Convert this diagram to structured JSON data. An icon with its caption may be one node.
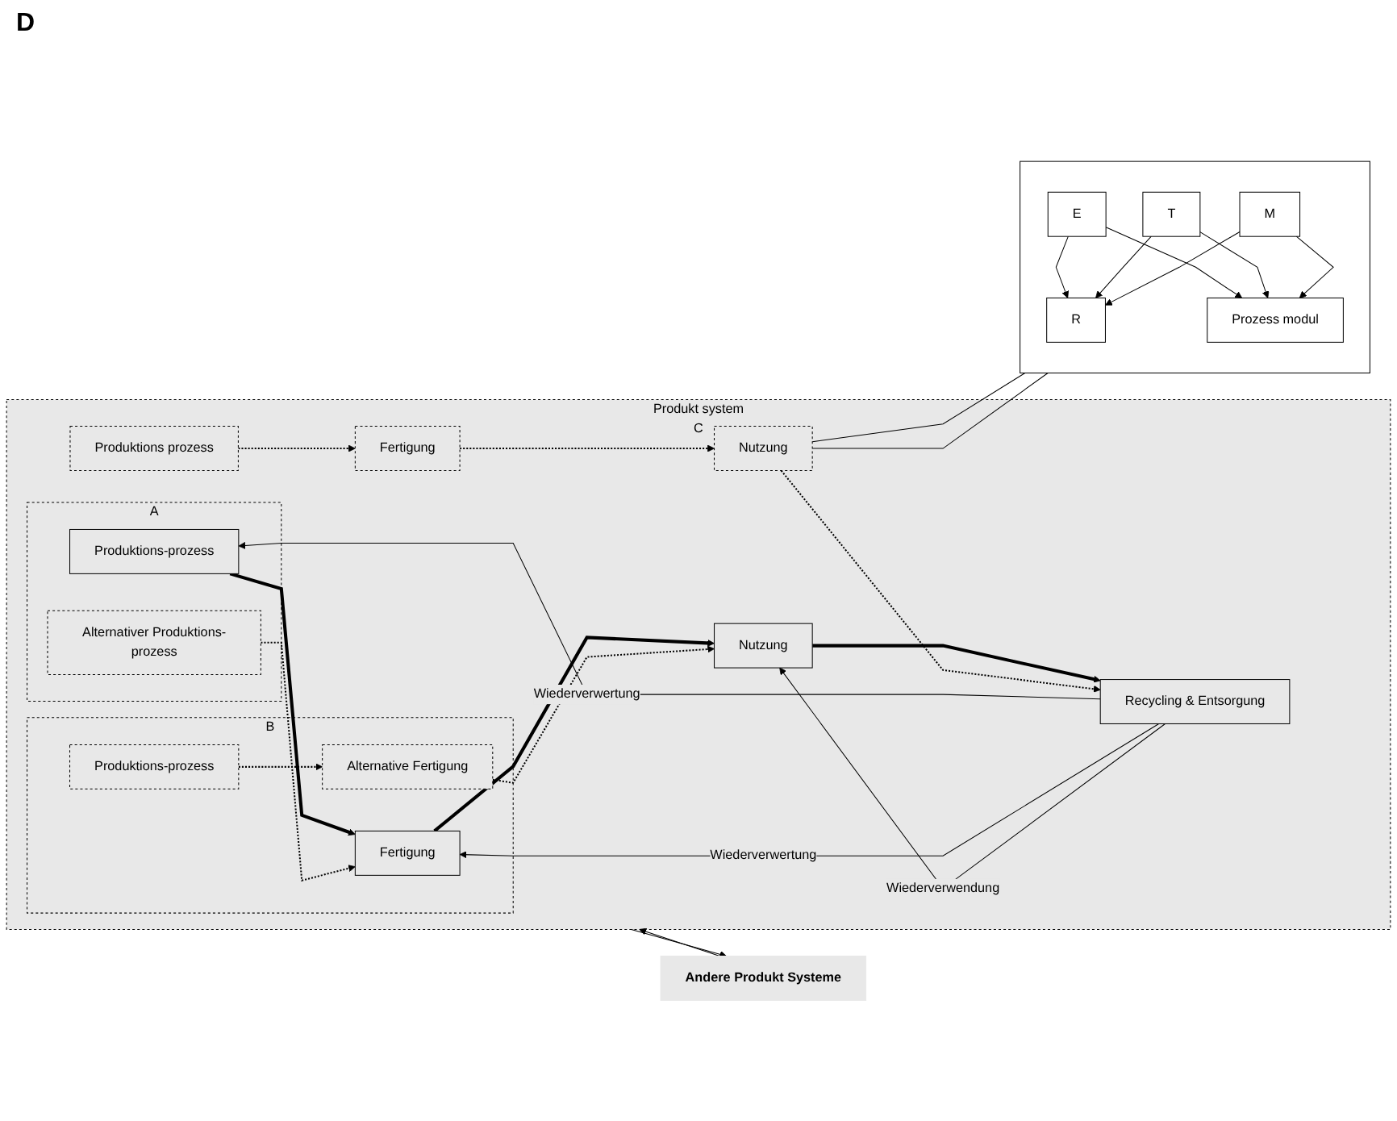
{
  "diagram": {
    "nodes": [
      {
        "text": [
          "Produkt system",
          "C"
        ]
      },
      {
        "text": [
          "A"
        ],
        "in": 0
      },
      {
        "text": [
          "Produktions-prozess"
        ],
        "in": 1
      },
      {
        "text": [
          "Alternativer Produktions-prozess"
        ],
        "in": 1
      },
      {
        "text": [
          "B"
        ],
        "in": 0
      },
      {
        "text": [
          "Fertigung"
        ],
        "in": 4
      },
      {
        "text": [
          "Produktions-prozess"
        ],
        "in": 4
      },
      {
        "text": [
          "Alternative Fertigung"
        ],
        "in": 4
      },
      {
        "text": [
          "Nutzung"
        ],
        "in": 0
      },
      {
        "text": [
          "Recycling & Entsorgung"
        ],
        "in": 0
      },
      {
        "text": [
          "Produktions prozess"
        ],
        "in": 0
      },
      {
        "text": [
          "Fertigung"
        ],
        "in": 0
      },
      {
        "text": [
          "Nutzung"
        ],
        "in": 0
      },
      {
        "text": [
          "Andere Produkt Systeme"
        ]
      },
      {
        "text": [],
        "shape": "box"
      },
      {
        "text": [
          "R"
        ],
        "in": 14
      },
      {
        "text": [
          "E"
        ],
        "in": 14
      },
      {
        "text": [
          "T"
        ],
        "in": 14
      },
      {
        "text": [
          "M"
        ],
        "in": 14
      },
      {
        "text": [
          "Prozess modul"
        ],
        "in": 14
      }
    ],
    "edges": [
      {
        "from": 2,
        "to": 5,
        "arrow": "to",
        "style": "thick"
      },
      {
        "from": 5,
        "to": 8,
        "arrow": "to",
        "style": "thick"
      },
      {
        "from": 8,
        "to": 9,
        "arrow": "to",
        "style": "thick"
      },
      {
        "from": 3,
        "to": 5,
        "arrow": "to",
        "style": "dashed"
      },
      {
        "from": 7,
        "to": 8,
        "arrow": "to",
        "style": "dashed"
      },
      {
        "from": 12,
        "to": 9,
        "arrow": "to",
        "style": "dashed"
      },
      {
        "from": 6,
        "to": 7,
        "arrow": "to",
        "style": "dashed"
      },
      {
        "from": 10,
        "to": 11,
        "arrow": "to",
        "style": "dashed"
      },
      {
        "from": 11,
        "to": 12,
        "arrow": "to",
        "style": "dashed"
      },
      {
        "from": 9,
        "to": 2,
        "arrow": "to",
        "label": "Wiederverwertung"
      },
      {
        "from": 9,
        "to": 5,
        "arrow": "to",
        "label": "Wiederverwertung"
      },
      {
        "from": 9,
        "to": 8,
        "arrow": "to",
        "label": "Wiederverwendung"
      },
      {
        "from": 0,
        "to": 13,
        "arrow": "to"
      },
      {
        "from": 13,
        "to": 0,
        "arrow": "to"
      },
      {
        "from": 12,
        "to": 14,
        "arrow": "none"
      },
      {
        "from": 12,
        "to": 14,
        "arrow": "none"
      },
      {
        "from": 16,
        "to": 19,
        "arrow": "to"
      },
      {
        "from": 17,
        "to": 19,
        "arrow": "to"
      },
      {
        "from": 18,
        "to": 19,
        "arrow": "to"
      },
      {
        "from": 16,
        "to": 15,
        "arrow": "to"
      },
      {
        "from": 17,
        "to": 15,
        "arrow": "to"
      },
      {
        "from": 18,
        "to": 15,
        "arrow": "to"
      }
    ],
    "labels": [
      "D"
    ]
  }
}
